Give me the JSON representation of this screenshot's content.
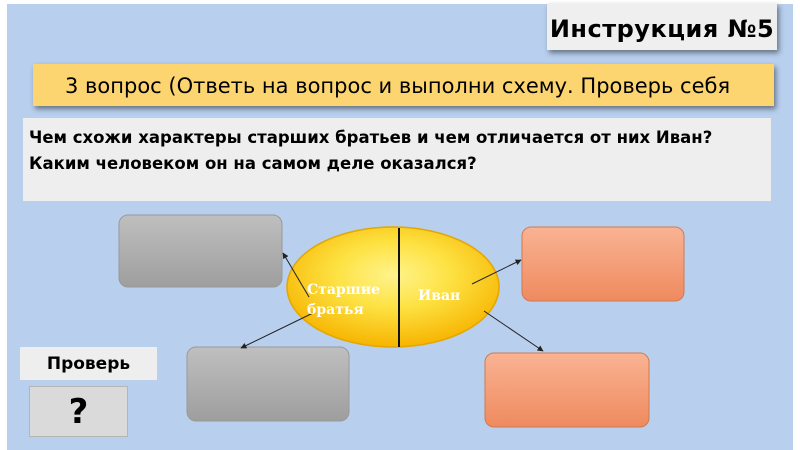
{
  "slide": {
    "title": "Инструкция №5",
    "question_banner": "3 вопрос (Ответь на вопрос и выполни схему. Проверь себя",
    "question_text": "Чем схожи характеры старших братьев и чем отличается от них Иван? Каким человеком он на самом деле оказался?"
  },
  "scheme": {
    "left_label": "Старшие братья",
    "right_label": "Иван"
  },
  "check": {
    "label": "Проверь себя",
    "button_icon": "?"
  },
  "colors": {
    "panel": "#b8cfee",
    "banner": "#fcd570",
    "ellipse": "#fcc40a",
    "gray_box": "#b0b0b0",
    "orange_box": "#f4a27c"
  },
  "icons": {
    "button": "question-mark-icon"
  }
}
